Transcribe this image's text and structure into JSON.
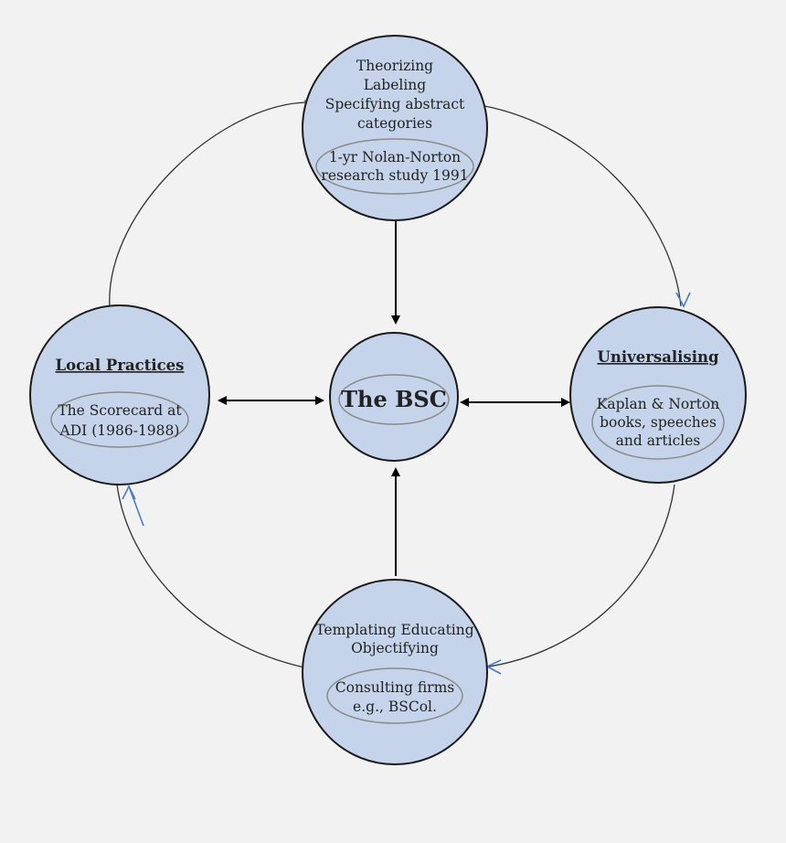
{
  "colors": {
    "node_fill": "#c5d4ea",
    "node_stroke": "#1a1a1a",
    "cycle_arrow": "#4a7bc8",
    "background": "#f2f2f2"
  },
  "nodes": {
    "top": {
      "lines": [
        "Theorizing",
        "Labeling",
        "Specifying abstract",
        "categories"
      ],
      "ellipse_lines": [
        "1-yr Nolan-Norton",
        "research study 1991"
      ]
    },
    "left": {
      "title": "Local Practices",
      "ellipse_lines": [
        "The Scorecard at",
        "ADI (1986-1988)"
      ]
    },
    "center": {
      "title": "The BSC"
    },
    "right": {
      "title": "Universalising",
      "ellipse_lines": [
        "Kaplan & Norton",
        "books, speeches",
        "and articles"
      ]
    },
    "bottom": {
      "lines": [
        "Templating Educating",
        "Objectifying"
      ],
      "ellipse_lines": [
        "Consulting  firms",
        "e.g., BSCol."
      ]
    }
  }
}
